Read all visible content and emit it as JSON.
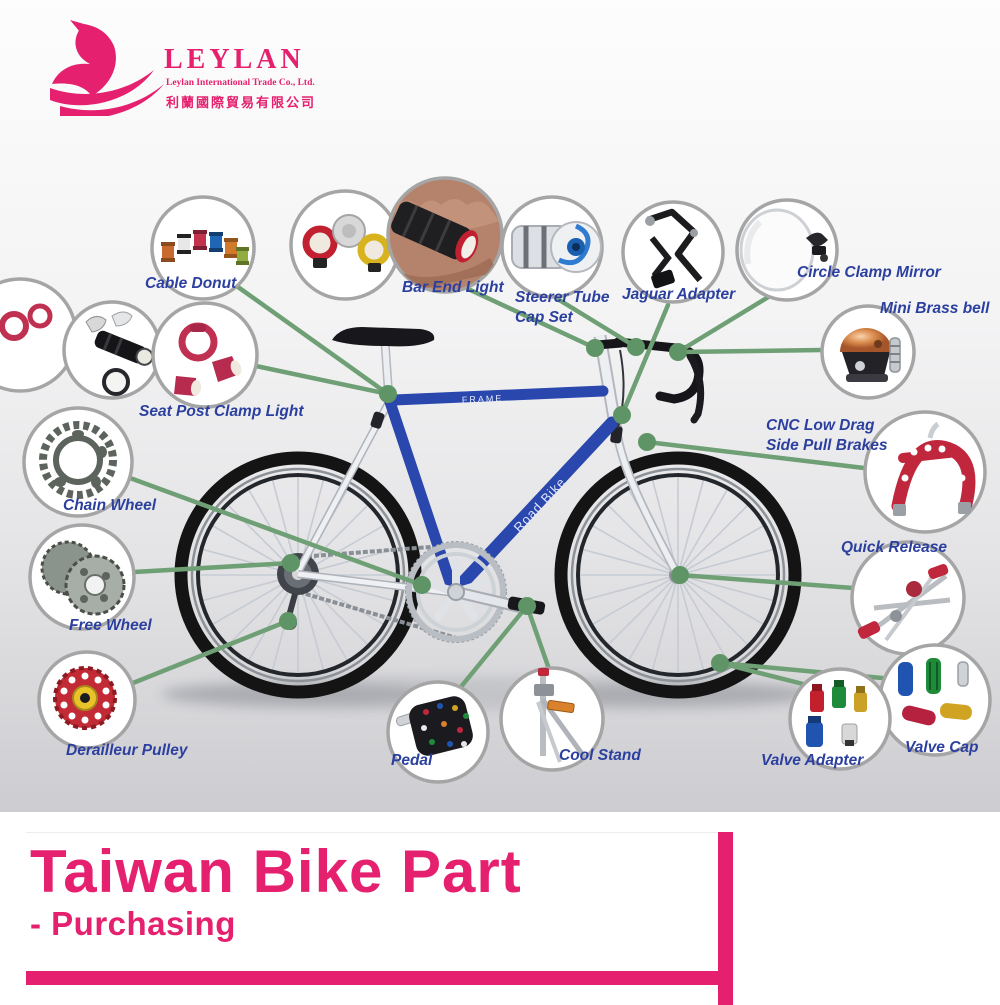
{
  "logo": {
    "brand": "LEYLAN",
    "subtitle": "Leylan International Trade Co., Ltd.",
    "subtitle_zh": "利蘭國際貿易有限公司",
    "color": "#E5216F"
  },
  "title": {
    "heading": "Taiwan Bike Part",
    "subheading": "- Purchasing"
  },
  "bike": {
    "frame_label": "FRAME",
    "downtube_label": "Road Bike"
  },
  "parts": [
    {
      "id": "cable-donut",
      "label": "Cable Donut"
    },
    {
      "id": "bar-end-light",
      "label": "Bar End Light"
    },
    {
      "id": "steerer-tube-cap-set",
      "label": "Steerer Tube Cap Set"
    },
    {
      "id": "jaguar-adapter",
      "label": "Jaguar Adapter"
    },
    {
      "id": "circle-clamp-mirror",
      "label": "Circle Clamp Mirror"
    },
    {
      "id": "mini-brass-bell",
      "label": "Mini Brass bell"
    },
    {
      "id": "cnc-side-pull-brakes",
      "label": "CNC Low Drag Side Pull Brakes"
    },
    {
      "id": "quick-release",
      "label": "Quick Release"
    },
    {
      "id": "valve-cap",
      "label": "Valve Cap"
    },
    {
      "id": "valve-adapter",
      "label": "Valve Adapter"
    },
    {
      "id": "cool-stand",
      "label": "Cool Stand"
    },
    {
      "id": "pedal",
      "label": "Pedal"
    },
    {
      "id": "derailleur-pulley",
      "label": "Derailleur Pulley"
    },
    {
      "id": "free-wheel",
      "label": "Free Wheel"
    },
    {
      "id": "chain-wheel",
      "label": "Chain Wheel"
    },
    {
      "id": "seat-post-clamp-light",
      "label": "Seat Post Clamp Light"
    }
  ],
  "colors": {
    "brand_pink": "#E5216F",
    "label_blue": "#2B3F9F",
    "connector_green": "#6F9F74",
    "frame_blue": "#2947AD"
  }
}
